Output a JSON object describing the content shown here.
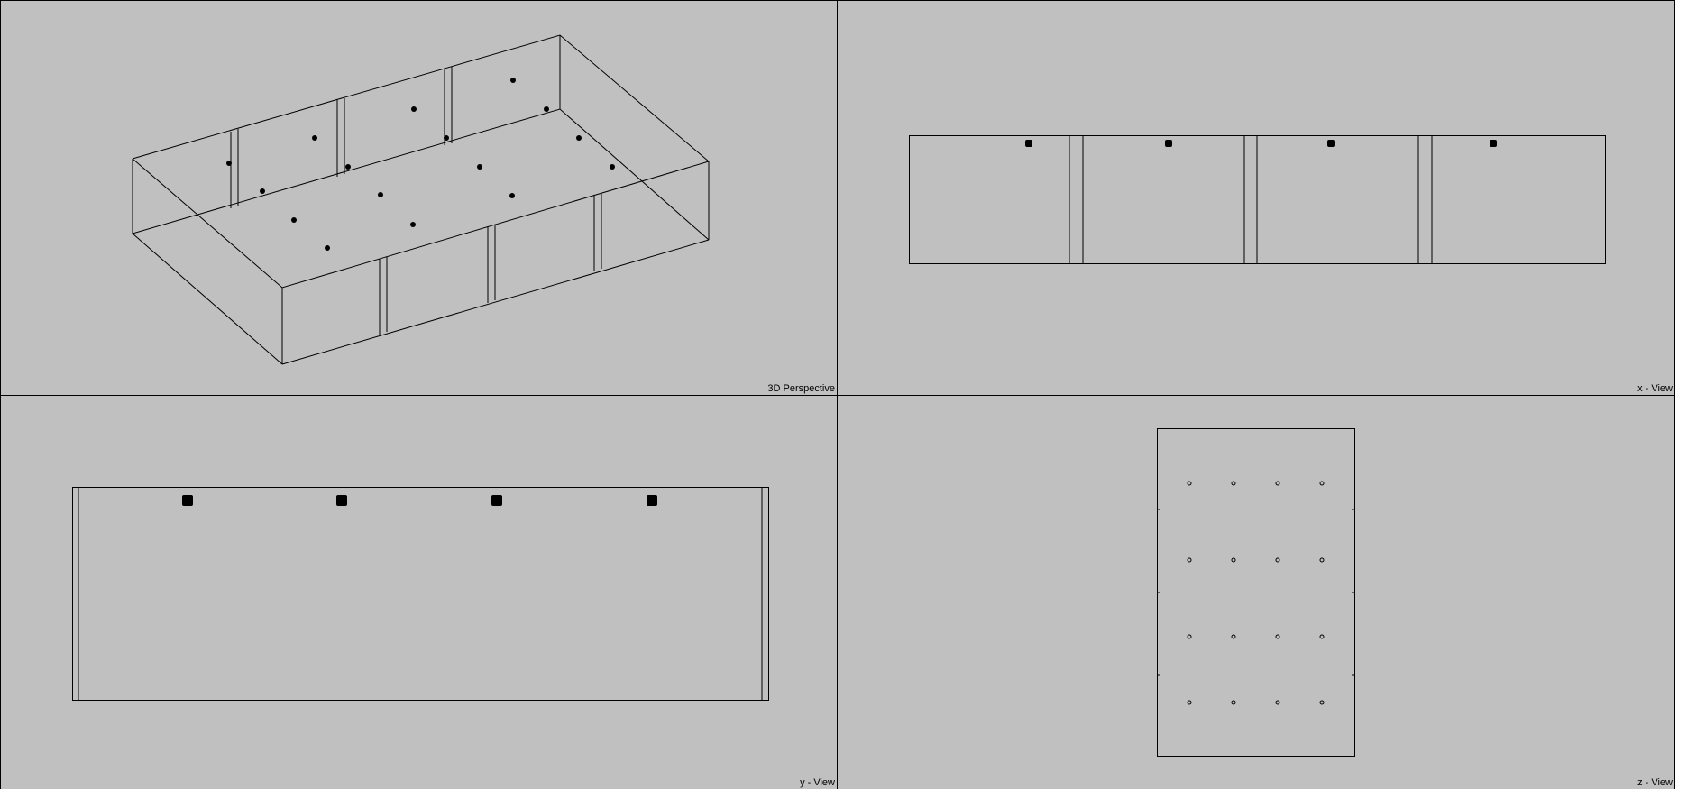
{
  "viewports": {
    "perspective": {
      "label": "3D Perspective"
    },
    "x_view": {
      "label": "x - View"
    },
    "y_view": {
      "label": "y - View"
    },
    "z_view": {
      "label": "z - View"
    }
  },
  "colors": {
    "background": "#c0c0c0",
    "lines": "#000000",
    "divider": "#000000"
  }
}
